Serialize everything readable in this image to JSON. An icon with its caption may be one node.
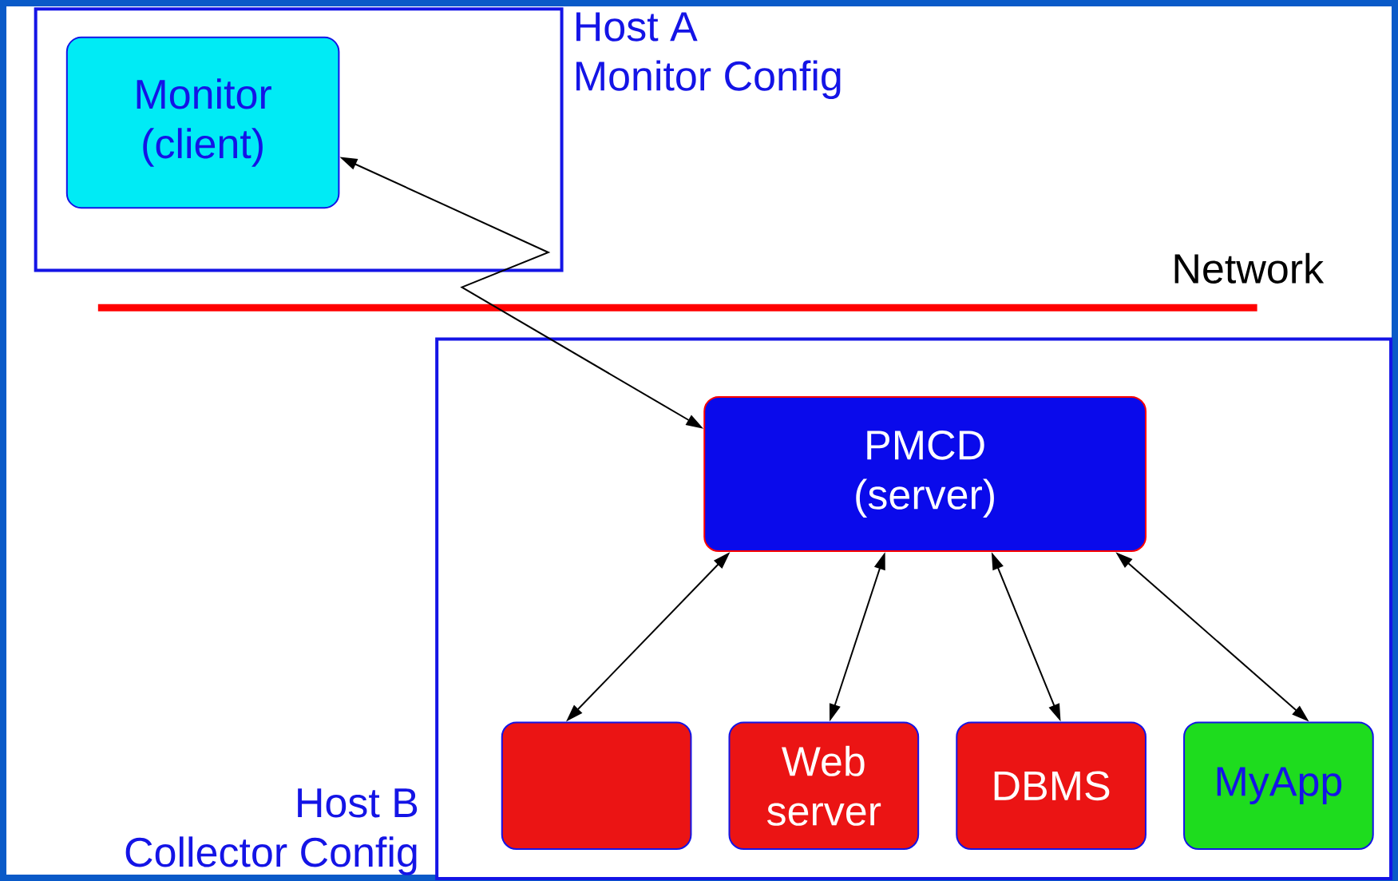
{
  "diagram": {
    "nodes": [
      {
        "text": [
          "Host A",
          "Monitor Config"
        ]
      },
      {
        "text": [
          "Monitor (client)"
        ],
        "in": 0
      },
      {
        "text": [
          "Host B",
          "Collector Config"
        ]
      },
      {
        "text": [
          "PMCD (server)"
        ],
        "in": 2
      },
      {
        "text": [],
        "shape": "box",
        "in": 2
      },
      {
        "text": [
          "Web server"
        ],
        "in": 2
      },
      {
        "text": [
          "DBMS"
        ],
        "in": 2
      },
      {
        "text": [
          "MyApp"
        ],
        "in": 2
      }
    ],
    "edges": [
      {
        "from": 3,
        "to": 1,
        "arrow": "both"
      },
      {
        "from": 3,
        "to": 4,
        "arrow": "both"
      },
      {
        "from": 3,
        "to": 5,
        "arrow": "both"
      },
      {
        "from": 3,
        "to": 6,
        "arrow": "both"
      },
      {
        "from": 3,
        "to": 7,
        "arrow": "both"
      }
    ],
    "labels": [
      "Network"
    ]
  }
}
